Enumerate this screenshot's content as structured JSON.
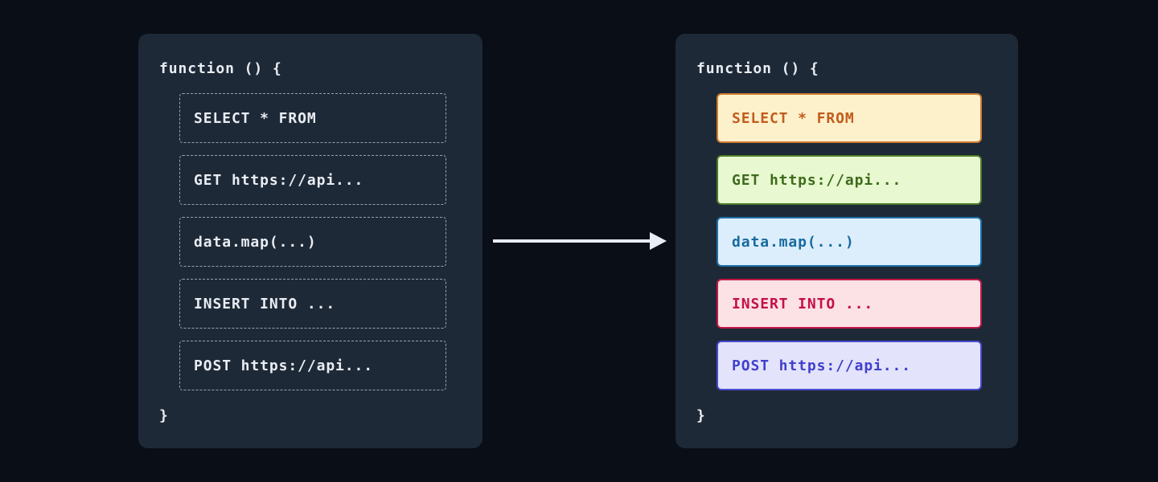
{
  "page": {
    "background": "#0a0e17"
  },
  "arrow": {
    "color": "#e8ecf4"
  },
  "left_panel": {
    "background": "#1e2937",
    "dashed_border_color": "#98a1b0",
    "text_color": "#e9edf3",
    "function_open": "function () {",
    "function_close": "}",
    "snippets": [
      {
        "text": "SELECT * FROM"
      },
      {
        "text": "GET https://api..."
      },
      {
        "text": "data.map(...)"
      },
      {
        "text": "INSERT INTO ..."
      },
      {
        "text": "POST https://api..."
      }
    ]
  },
  "right_panel": {
    "background": "#1e2937",
    "text_color": "#e9edf3",
    "function_open": "function () {",
    "function_close": "}",
    "snippets": [
      {
        "text": "SELECT * FROM",
        "bg": "#fcf1cb",
        "border": "#cd7c30",
        "color": "#c25c1d"
      },
      {
        "text": "GET https://api...",
        "bg": "#e8f8d0",
        "border": "#4e7a29",
        "color": "#3e6b1c"
      },
      {
        "text": "data.map(...)",
        "bg": "#dceefb",
        "border": "#1e6fa6",
        "color": "#166a9f"
      },
      {
        "text": "INSERT INTO ...",
        "bg": "#fce2e4",
        "border": "#c11848",
        "color": "#c50f4b"
      },
      {
        "text": "POST https://api...",
        "bg": "#e3e3fb",
        "border": "#4848cf",
        "color": "#4140cd"
      }
    ]
  }
}
